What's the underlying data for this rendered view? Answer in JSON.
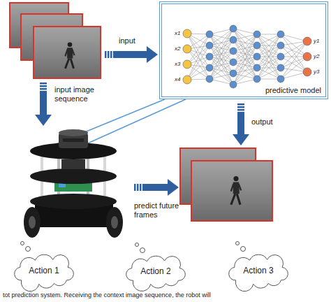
{
  "diagram": {
    "caption": "tot prediction system. Receiving the context image sequence, the robot will",
    "nodes": [
      {
        "text": [
          "predictive model"
        ]
      },
      {
        "text": [
          "Action 1"
        ]
      },
      {
        "text": [
          "Action 2"
        ]
      },
      {
        "text": [
          "Action 3"
        ]
      }
    ],
    "labels": [
      "input",
      "input image sequence",
      "output",
      "predict future frames",
      "x1",
      "x2",
      "x3",
      "x4",
      "y1",
      "y2",
      "y3"
    ]
  }
}
